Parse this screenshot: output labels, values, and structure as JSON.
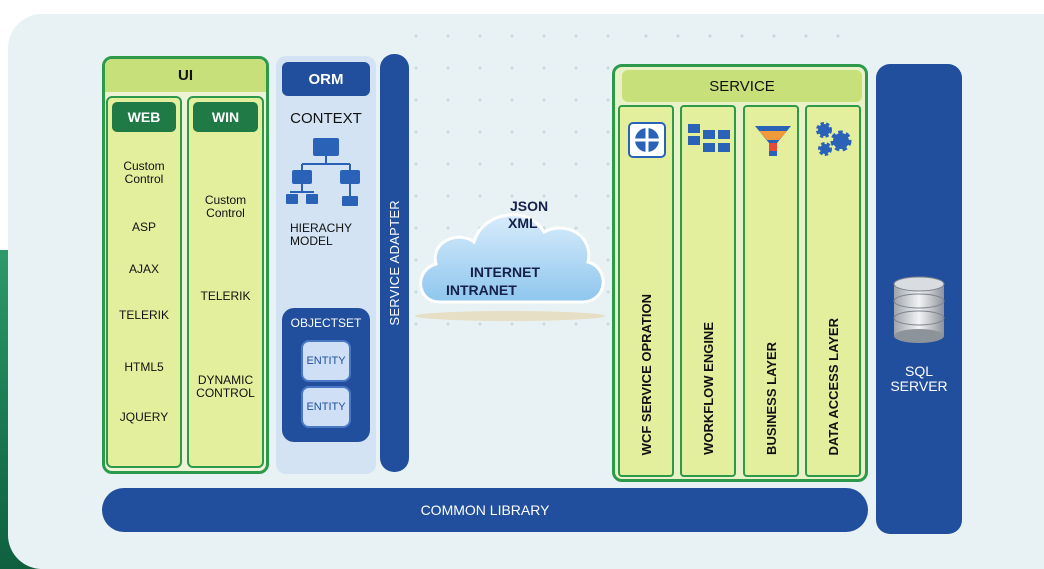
{
  "ui": {
    "title": "UI",
    "web": {
      "title": "WEB",
      "items": [
        "Custom\nControl",
        "ASP",
        "AJAX",
        "TELERIK",
        "HTML5",
        "JQUERY"
      ]
    },
    "win": {
      "title": "WIN",
      "items": [
        "Custom\nControl",
        "TELERIK",
        "DYNAMIC\nCONTROL"
      ]
    }
  },
  "orm": {
    "title": "ORM",
    "context": "CONTEXT",
    "hierarchy": "HIERACHY\nMODEL",
    "objectset": "OBJECTSET",
    "entity1": "ENTITY",
    "entity2": "ENTITY"
  },
  "service_adapter": "SERVICE ADAPTER",
  "cloud": {
    "line1": "JSON",
    "line2": "XML",
    "line3": "INTERNET",
    "line4": "INTRANET"
  },
  "service": {
    "title": "SERVICE",
    "columns": [
      "WCF  SERVICE  OPRATION",
      "WORKFLOW ENGINE",
      "BUSINESS LAYER",
      "DATA  ACCESS  LAYER"
    ],
    "icons": [
      "service-operation-icon",
      "workflow-icon",
      "funnel-icon",
      "gears-icon"
    ]
  },
  "sql": {
    "label": "SQL\nSERVER",
    "icon": "database-icon"
  },
  "common_library": "COMMON LIBRARY",
  "colors": {
    "navy": "#214f9d",
    "green_border": "#2c9a4a",
    "dark_green": "#1f7a45",
    "light_green": "#e4ef9e",
    "panel": "#e8f2f4"
  }
}
